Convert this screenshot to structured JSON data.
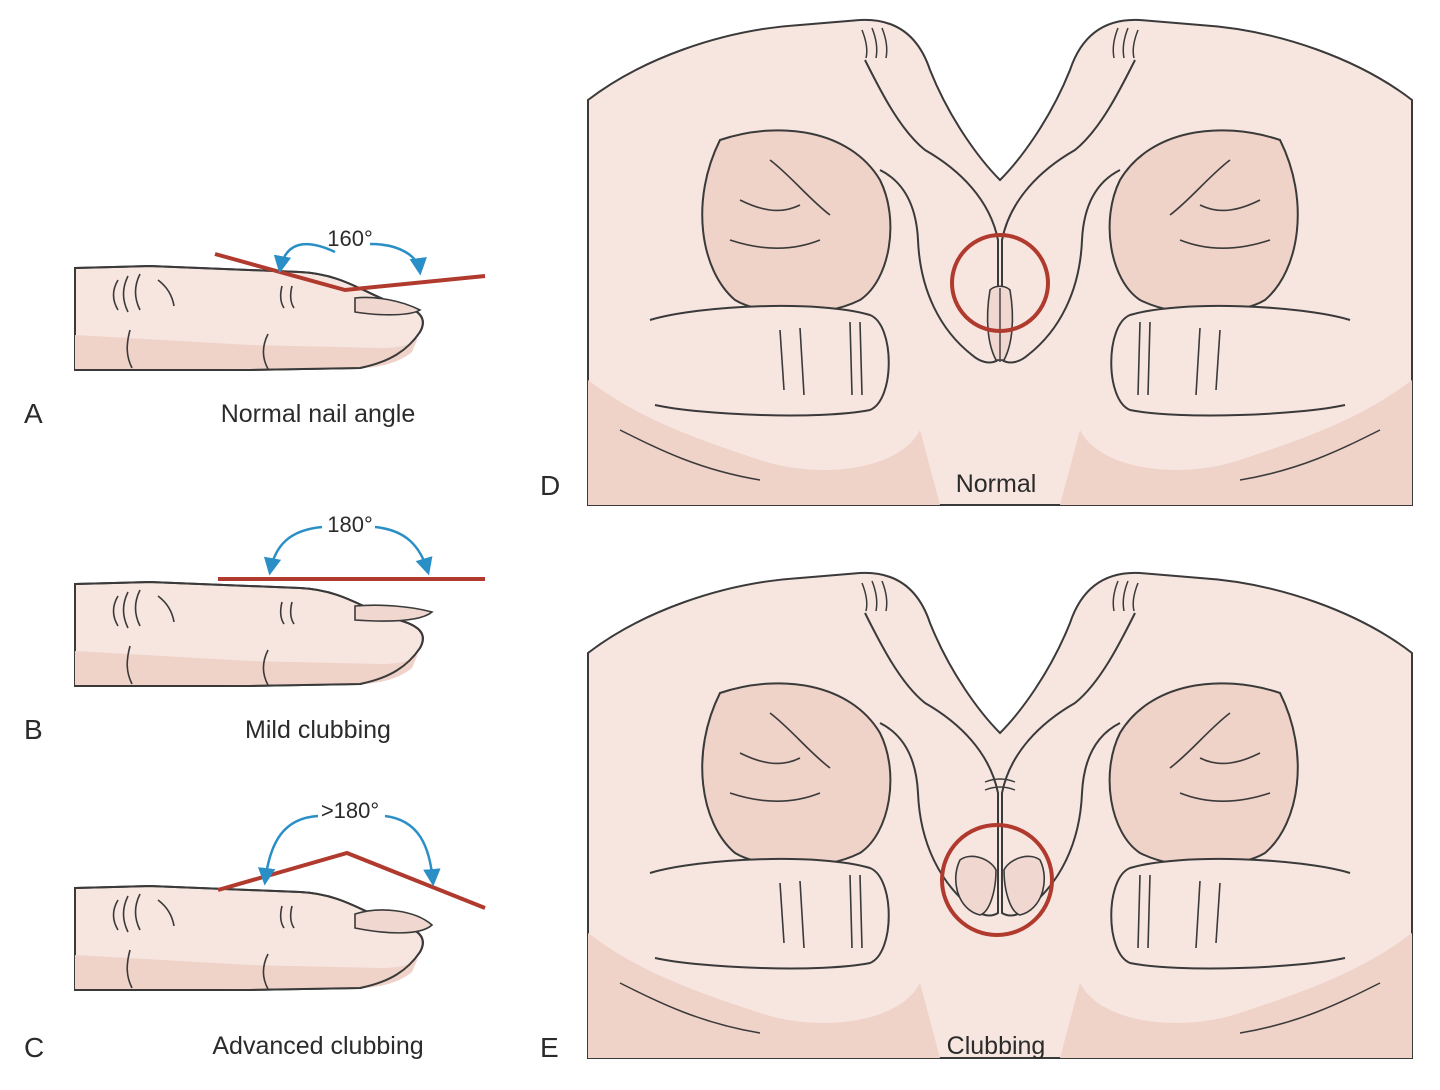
{
  "panels": {
    "a": {
      "letter": "A",
      "caption": "Normal nail angle",
      "angle": "160°"
    },
    "b": {
      "letter": "B",
      "caption": "Mild clubbing",
      "angle": "180°"
    },
    "c": {
      "letter": "C",
      "caption": "Advanced clubbing",
      "angle": ">180°"
    },
    "d": {
      "letter": "D",
      "caption": "Normal"
    },
    "e": {
      "letter": "E",
      "caption": "Clubbing"
    }
  },
  "colors": {
    "skin": "#f7e5df",
    "skin_shadow": "#efd2c8",
    "outline": "#3a3a3a",
    "angle_line": "#b03a2e",
    "arrow": "#2a8fc6",
    "circle": "#b03a2e"
  }
}
